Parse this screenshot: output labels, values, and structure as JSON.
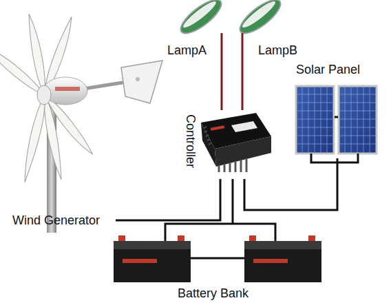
{
  "diagram": {
    "nodes": [
      {
        "text": [
          "LampA"
        ]
      },
      {
        "text": [
          "LampB"
        ]
      },
      {
        "text": [
          "Solar Panel"
        ]
      },
      {
        "text": [
          "Controller"
        ]
      },
      {
        "text": [
          "Wind Generator"
        ]
      },
      {
        "text": [
          "Battery Bank"
        ]
      }
    ],
    "edges": [
      {
        "from": 0,
        "to": 3,
        "arrow": "none"
      },
      {
        "from": 1,
        "to": 3,
        "arrow": "none"
      },
      {
        "from": 2,
        "to": 3,
        "arrow": "none"
      },
      {
        "from": 4,
        "to": 3,
        "arrow": "none"
      },
      {
        "from": 5,
        "to": 3,
        "arrow": "none"
      }
    ]
  }
}
